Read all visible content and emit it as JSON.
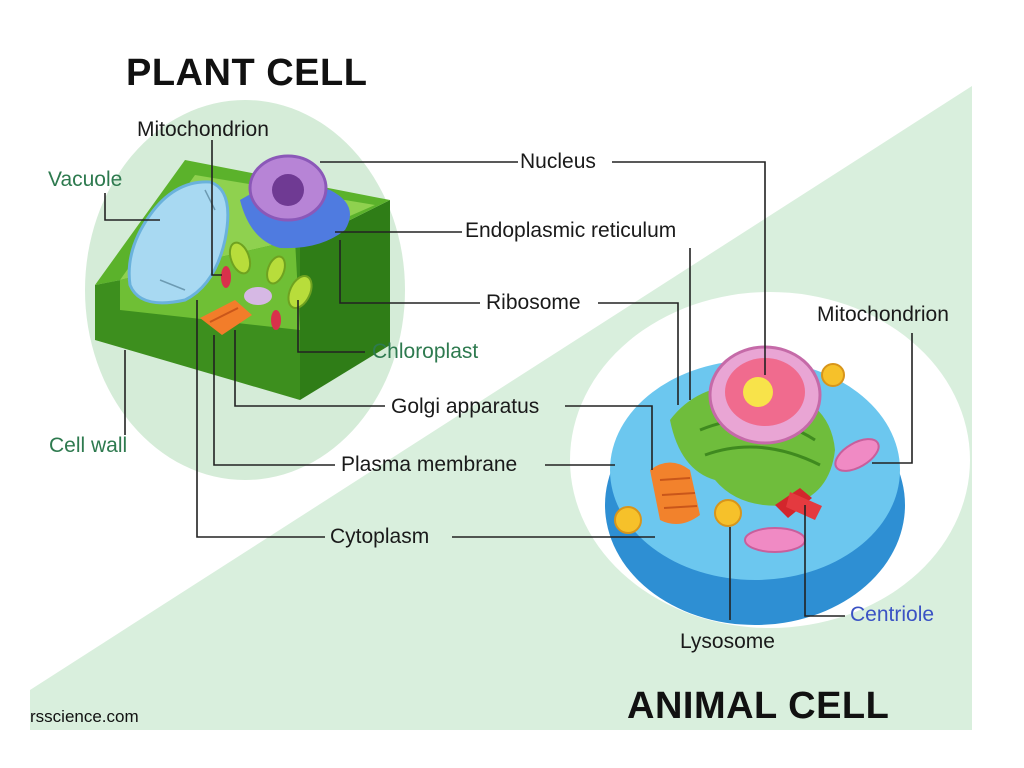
{
  "headings": {
    "plant": "PLANT CELL",
    "animal": "ANIMAL CELL"
  },
  "plant_labels": {
    "mitochondrion": "Mitochondrion",
    "vacuole": "Vacuole",
    "chloroplast": "Chloroplast",
    "cell_wall": "Cell wall"
  },
  "shared_labels": {
    "nucleus": "Nucleus",
    "endoplasmic_reticulum": "Endoplasmic reticulum",
    "ribosome": "Ribosome",
    "golgi_apparatus": "Golgi apparatus",
    "plasma_membrane": "Plasma membrane",
    "cytoplasm": "Cytoplasm"
  },
  "animal_labels": {
    "mitochondrion": "Mitochondrion",
    "centriole": "Centriole",
    "lysosome": "Lysosome"
  },
  "credit": "rsscience.com",
  "colors": {
    "background_band": "#d9efdd",
    "plant_label": "#2e7a4f",
    "centriole_label": "#3a52c4",
    "plant_wall": "#3d8f1e",
    "cytoplasm_animal": "#55b7e6",
    "nucleus_animal": "#e0508a",
    "nucleus_plant": "#a970c8"
  }
}
